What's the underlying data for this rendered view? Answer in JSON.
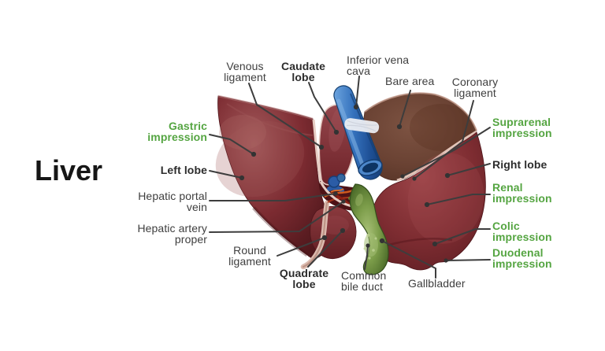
{
  "title": "Liver",
  "colors": {
    "background": "#ffffff",
    "label_text": "#3e3e3e",
    "label_bold_text": "#2c2c2c",
    "impression_label_green": "#55a542",
    "leader_line": "#3d3d3d",
    "liver_red": "#7c2b31",
    "bare_area_brown": "#6a4233",
    "vena_cava_blue": "#2e68b5",
    "gallbladder_green": "#6b8f3f",
    "ligament_pale": "#e6ccc3"
  },
  "labels": {
    "venous_ligament": "Venous\nligament",
    "caudate_lobe": "Caudate\nlobe",
    "inferior_vena_cava": "Inferior vena\ncava",
    "bare_area": "Bare area",
    "coronary_ligament": "Coronary\nligament",
    "suprarenal_impression": "Suprarenal\nimpression",
    "right_lobe": "Right lobe",
    "renal_impression": "Renal\nimpression",
    "colic_impression": "Colic\nimpression",
    "duodenal_impression": "Duodenal\nimpression",
    "gastric_impression": "Gastric\nimpression",
    "left_lobe": "Left lobe",
    "hepatic_portal_vein": "Hepatic portal\nvein",
    "hepatic_artery_proper": "Hepatic artery\nproper",
    "round_ligament": "Round\nligament",
    "quadrate_lobe": "Quadrate\nlobe",
    "common_bile_duct": "Common\nbile duct",
    "gallbladder": "Gallbladder"
  }
}
